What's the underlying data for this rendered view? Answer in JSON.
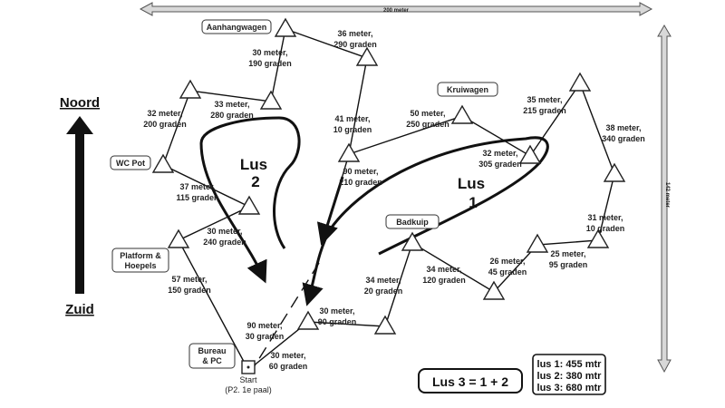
{
  "dimensions": {
    "horizontal": "200 meter",
    "vertical": "142 meter"
  },
  "compass": {
    "north": "Noord",
    "south": "Zuid"
  },
  "stations": {
    "aanhangwagen": "Aanhangwagen",
    "kruiwagen": "Kruiwagen",
    "wc_pot": "WC Pot",
    "platform_line1": "Platform &",
    "platform_line2": "Hoepels",
    "badkuip": "Badkuip",
    "bureau_line1": "Bureau",
    "bureau_line2": "& PC",
    "start_line1": "Start",
    "start_line2": "(P2. 1e paal)"
  },
  "legs": [
    {
      "dist": "30 meter,",
      "angle": "190 graden"
    },
    {
      "dist": "36 meter,",
      "angle": "290 graden"
    },
    {
      "dist": "33 meter,",
      "angle": "280 graden"
    },
    {
      "dist": "32 meter,",
      "angle": "200 graden"
    },
    {
      "dist": "41 meter,",
      "angle": "10 graden"
    },
    {
      "dist": "50 meter,",
      "angle": "250 graden"
    },
    {
      "dist": "35 meter,",
      "angle": "215 graden"
    },
    {
      "dist": "38 meter,",
      "angle": "340 graden"
    },
    {
      "dist": "32 meter,",
      "angle": "305 graden"
    },
    {
      "dist": "90 meter,",
      "angle": "210 graden"
    },
    {
      "dist": "37 meter,",
      "angle": "115 graden"
    },
    {
      "dist": "30 meter,",
      "angle": "240 graden"
    },
    {
      "dist": "31 meter,",
      "angle": "10 graden"
    },
    {
      "dist": "25 meter,",
      "angle": "95 graden"
    },
    {
      "dist": "26 meter,",
      "angle": "45 graden"
    },
    {
      "dist": "34 meter,",
      "angle": "120 graden"
    },
    {
      "dist": "34 meter,",
      "angle": "20 graden"
    },
    {
      "dist": "57 meter,",
      "angle": "150 graden"
    },
    {
      "dist": "30 meter,",
      "angle": "90 graden"
    },
    {
      "dist": "90 meter,",
      "angle": "30 graden"
    },
    {
      "dist": "30 meter,",
      "angle": "60 graden"
    }
  ],
  "loops": {
    "lus1_name": "Lus",
    "lus1_num": "1",
    "lus2_name": "Lus",
    "lus2_num": "2"
  },
  "formula": "Lus 3 = 1 + 2",
  "summary": [
    "lus 1: 455 mtr",
    "lus 2: 380 mtr",
    "lus 3: 680 mtr"
  ]
}
